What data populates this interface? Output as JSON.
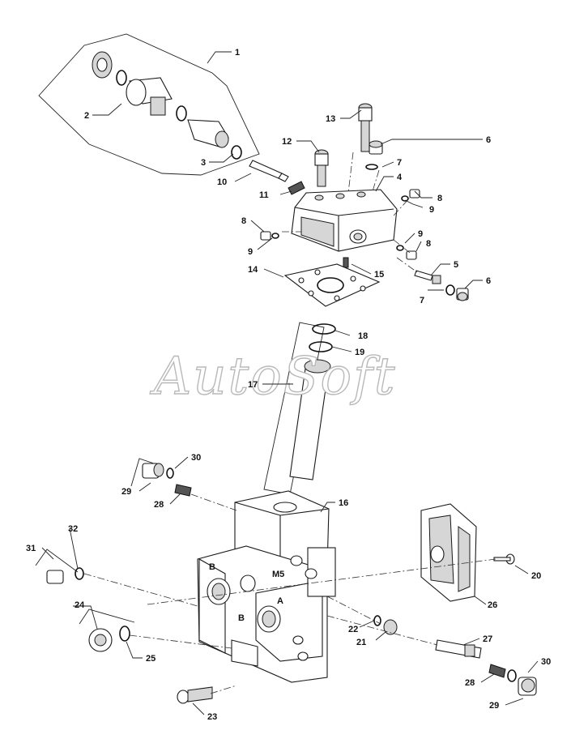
{
  "watermark": {
    "text": "AutoSoft"
  },
  "callouts": [
    {
      "id": "1",
      "text": "1"
    },
    {
      "id": "2",
      "text": "2"
    },
    {
      "id": "3",
      "text": "3"
    },
    {
      "id": "4",
      "text": "4"
    },
    {
      "id": "5",
      "text": "5"
    },
    {
      "id": "6a",
      "text": "6"
    },
    {
      "id": "6b",
      "text": "6"
    },
    {
      "id": "7a",
      "text": "7"
    },
    {
      "id": "7b",
      "text": "7"
    },
    {
      "id": "8a",
      "text": "8"
    },
    {
      "id": "8b",
      "text": "8"
    },
    {
      "id": "8c",
      "text": "8"
    },
    {
      "id": "9a",
      "text": "9"
    },
    {
      "id": "9b",
      "text": "9"
    },
    {
      "id": "9c",
      "text": "9"
    },
    {
      "id": "10",
      "text": "10"
    },
    {
      "id": "11",
      "text": "11"
    },
    {
      "id": "12",
      "text": "12"
    },
    {
      "id": "13",
      "text": "13"
    },
    {
      "id": "14",
      "text": "14"
    },
    {
      "id": "15",
      "text": "15"
    },
    {
      "id": "16",
      "text": "16"
    },
    {
      "id": "17",
      "text": "17"
    },
    {
      "id": "18",
      "text": "18"
    },
    {
      "id": "19",
      "text": "19"
    },
    {
      "id": "20",
      "text": "20"
    },
    {
      "id": "21",
      "text": "21"
    },
    {
      "id": "22",
      "text": "22"
    },
    {
      "id": "23",
      "text": "23"
    },
    {
      "id": "24",
      "text": "24"
    },
    {
      "id": "25",
      "text": "25"
    },
    {
      "id": "26",
      "text": "26"
    },
    {
      "id": "27",
      "text": "27"
    },
    {
      "id": "28a",
      "text": "28"
    },
    {
      "id": "28b",
      "text": "28"
    },
    {
      "id": "29a",
      "text": "29"
    },
    {
      "id": "29b",
      "text": "29"
    },
    {
      "id": "30a",
      "text": "30"
    },
    {
      "id": "30b",
      "text": "30"
    },
    {
      "id": "31",
      "text": "31"
    },
    {
      "id": "32",
      "text": "32"
    }
  ],
  "block_markings": {
    "port_b_top": "B",
    "port_a_front": "A",
    "port_b_front": "B",
    "model": "M5"
  }
}
